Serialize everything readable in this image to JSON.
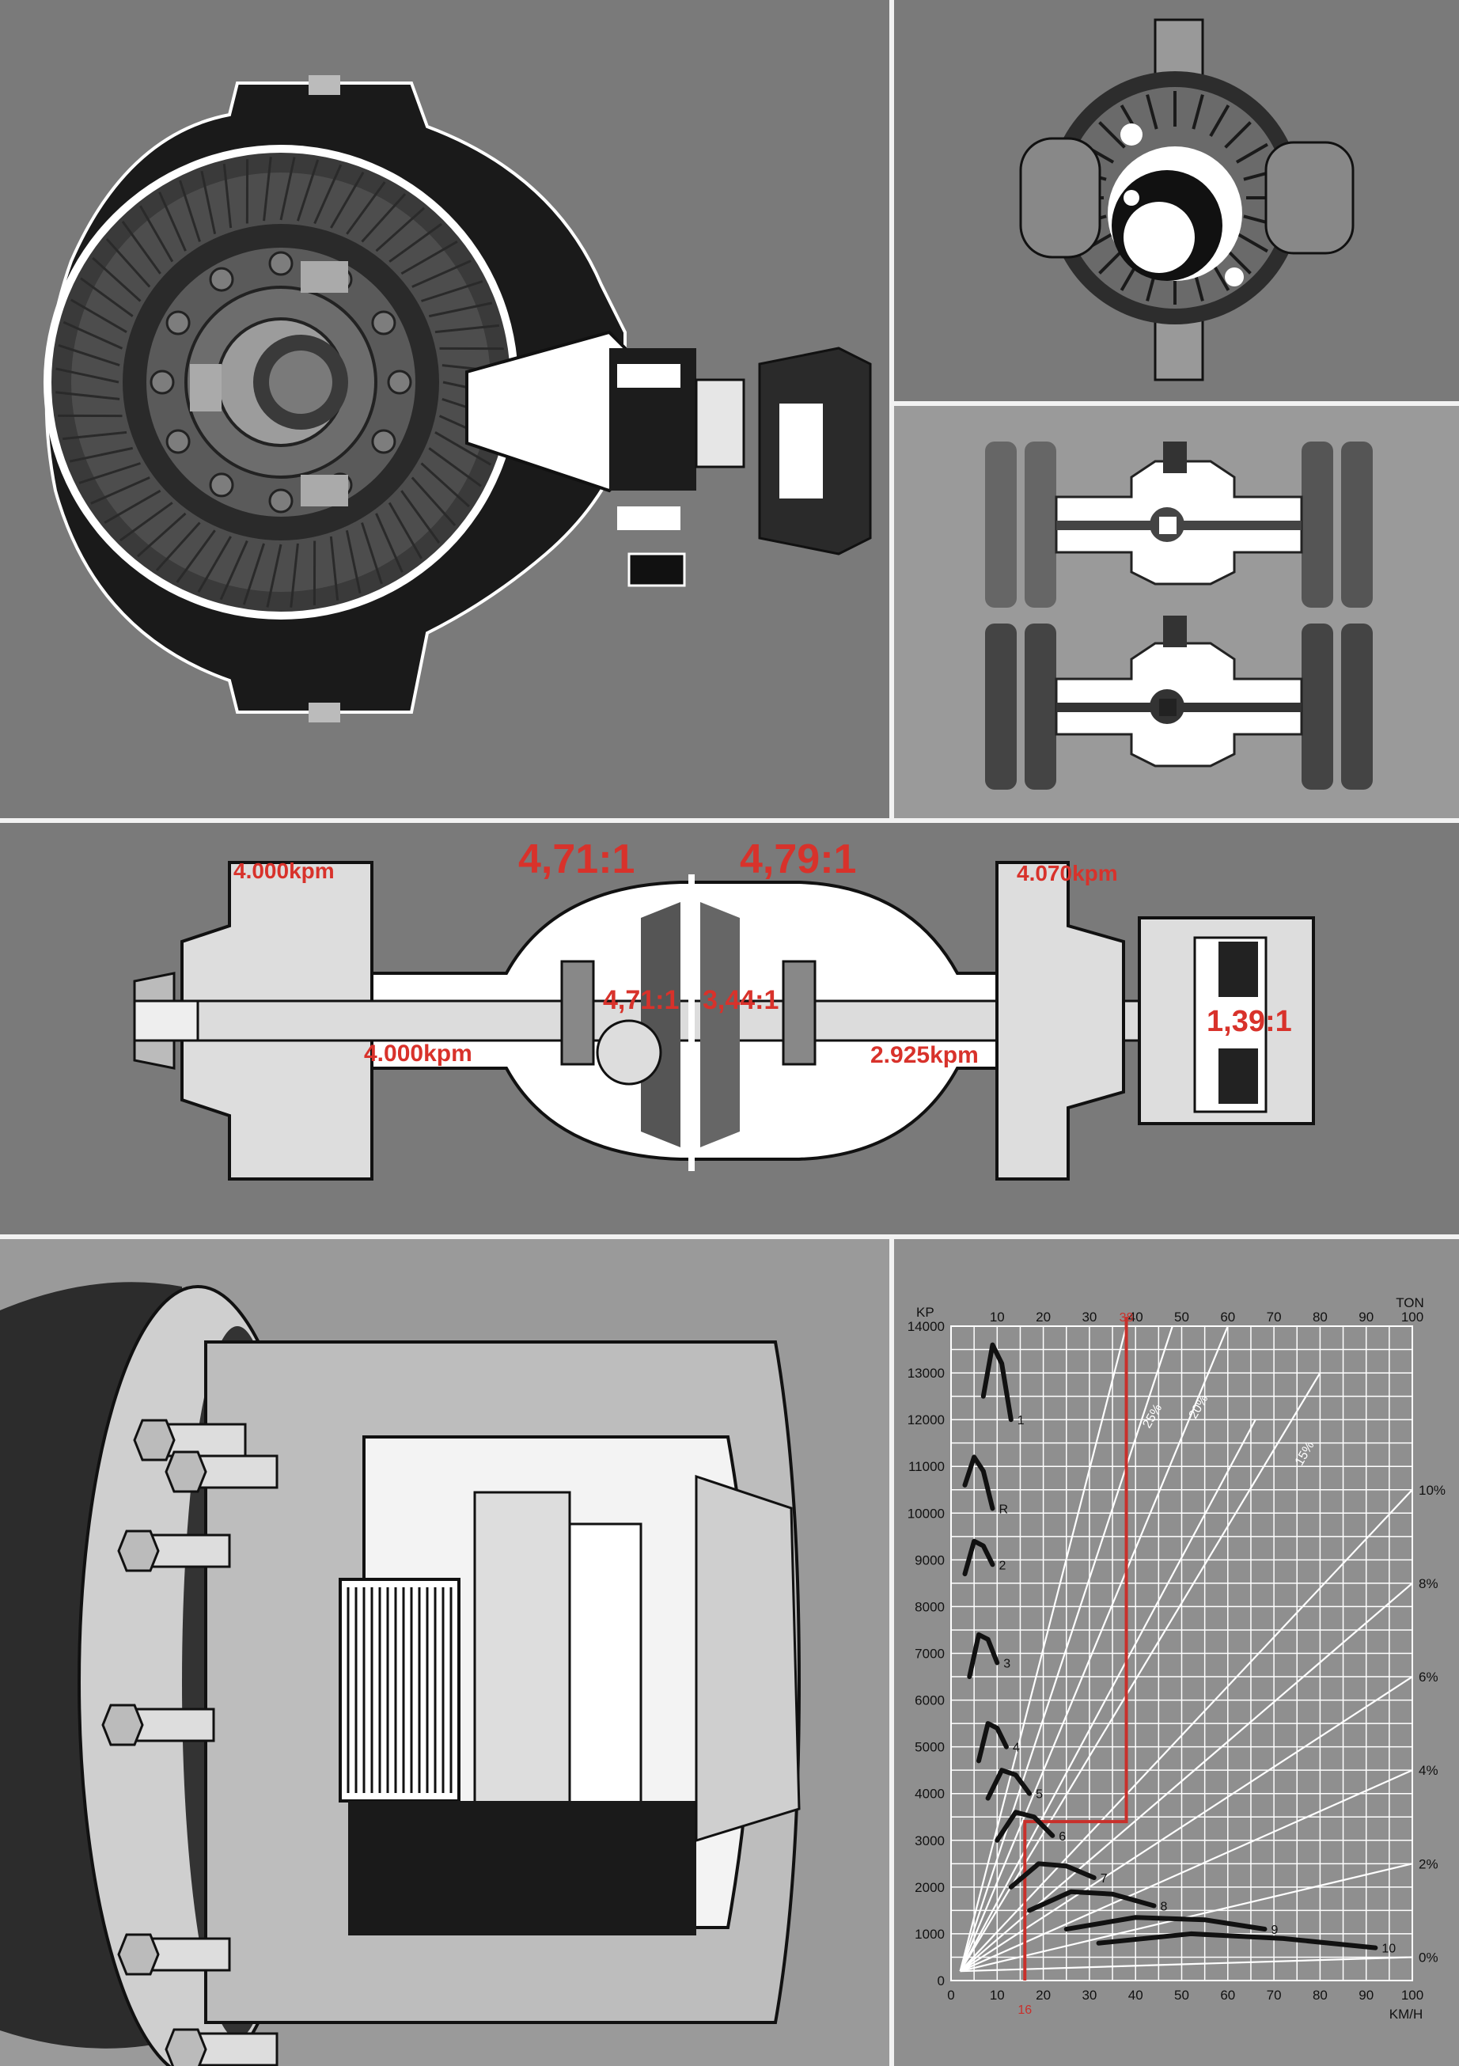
{
  "axle": {
    "left_top_torque": "4.000kpm",
    "left_ratio_big": "4,71:1",
    "right_ratio_big": "4,79:1",
    "right_top_torque": "4.070kpm",
    "inner_left_ratio": "4,71:1",
    "inner_right_ratio": "3,44:1",
    "left_shaft_torque": "4.000kpm",
    "right_shaft_torque": "2.925kpm",
    "hub_ratio": "1,39:1"
  },
  "colors": {
    "accent": "#d8322b",
    "panel_gray": "#7a7a7a",
    "panel_light": "#9a9a9a",
    "gutter": "#f2f2f2"
  },
  "chart_data": {
    "type": "line",
    "x_unit_label": "KM/H",
    "y_unit_label": "KP",
    "top_axis_unit_label": "TON",
    "xlim": [
      0,
      100
    ],
    "ylim": [
      0,
      14000
    ],
    "x_ticks": [
      "0",
      "10",
      "20",
      "30",
      "40",
      "50",
      "60",
      "70",
      "80",
      "90",
      "100"
    ],
    "y_ticks": [
      "0",
      "1000",
      "2000",
      "3000",
      "4000",
      "5000",
      "6000",
      "7000",
      "8000",
      "9000",
      "10000",
      "11000",
      "12000",
      "13000",
      "14000"
    ],
    "top_ticks": [
      "10",
      "20",
      "30",
      "40",
      "50",
      "60",
      "70",
      "80",
      "90",
      "100"
    ],
    "top_red_marker": "38",
    "bottom_red_marker": "16",
    "grade_labels_right": [
      "10%",
      "8%",
      "6%",
      "4%",
      "2%",
      "0%"
    ],
    "grade_labels_inner": [
      "25%",
      "20%",
      "15%"
    ],
    "gear_labels": [
      "1",
      "R",
      "2",
      "3",
      "4",
      "5",
      "6",
      "7",
      "8",
      "9",
      "10"
    ],
    "gear_curves": [
      {
        "name": "1",
        "x": [
          7,
          9,
          11,
          13
        ],
        "y": [
          12500,
          13600,
          13200,
          12000
        ]
      },
      {
        "name": "R",
        "x": [
          3,
          5,
          7,
          9
        ],
        "y": [
          10600,
          11200,
          10900,
          10100
        ]
      },
      {
        "name": "2",
        "x": [
          3,
          5,
          7,
          9
        ],
        "y": [
          8700,
          9400,
          9300,
          8900
        ]
      },
      {
        "name": "3",
        "x": [
          4,
          6,
          8,
          10
        ],
        "y": [
          6500,
          7400,
          7300,
          6800
        ]
      },
      {
        "name": "4",
        "x": [
          6,
          8,
          10,
          12
        ],
        "y": [
          4700,
          5500,
          5400,
          5000
        ]
      },
      {
        "name": "5",
        "x": [
          8,
          11,
          14,
          17
        ],
        "y": [
          3900,
          4500,
          4400,
          4000
        ]
      },
      {
        "name": "6",
        "x": [
          10,
          14,
          18,
          22
        ],
        "y": [
          3000,
          3600,
          3500,
          3100
        ]
      },
      {
        "name": "7",
        "x": [
          13,
          19,
          25,
          31
        ],
        "y": [
          2000,
          2500,
          2450,
          2200
        ]
      },
      {
        "name": "8",
        "x": [
          17,
          26,
          35,
          44
        ],
        "y": [
          1500,
          1900,
          1850,
          1600
        ]
      },
      {
        "name": "9",
        "x": [
          25,
          40,
          55,
          68
        ],
        "y": [
          1100,
          1350,
          1300,
          1100
        ]
      },
      {
        "name": "10",
        "x": [
          32,
          52,
          72,
          92
        ],
        "y": [
          800,
          1000,
          900,
          700
        ]
      }
    ],
    "red_path": {
      "x": [
        16,
        16,
        38,
        38,
        38
      ],
      "y": [
        0,
        3400,
        3400,
        14000,
        14200
      ]
    },
    "grid": true
  }
}
